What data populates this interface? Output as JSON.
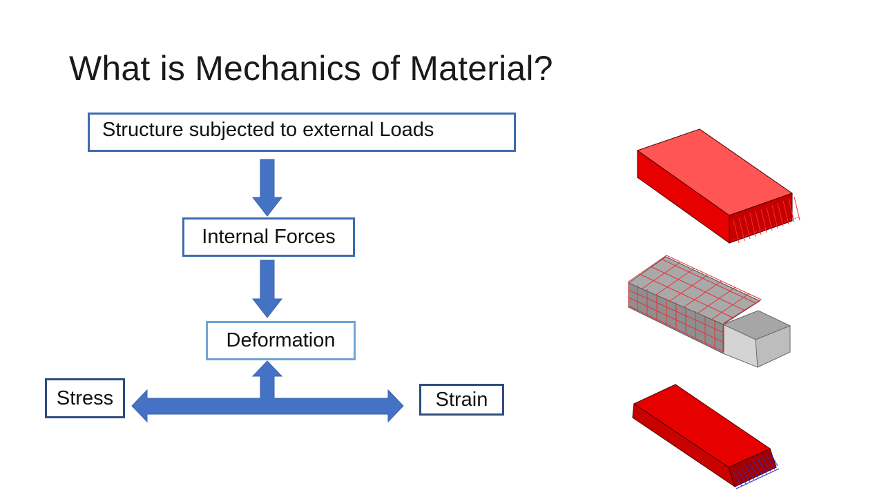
{
  "slide": {
    "title": "What is Mechanics of Material?"
  },
  "flowchart": {
    "structure": "Structure subjected to external Loads",
    "internal_forces": "Internal Forces",
    "deformation": "Deformation",
    "stress": "Stress",
    "strain": "Strain"
  },
  "colors": {
    "arrow_fill": "#4472c4",
    "box_border_dark": "#2e4c80",
    "box_border_mid": "#3c6aaf",
    "box_border_light": "#6fa4d6",
    "solid_red": "#e60000",
    "mesh_red": "#e8303a",
    "grey_block": "#9a9a9a",
    "load_blue": "#2b2bd4"
  }
}
